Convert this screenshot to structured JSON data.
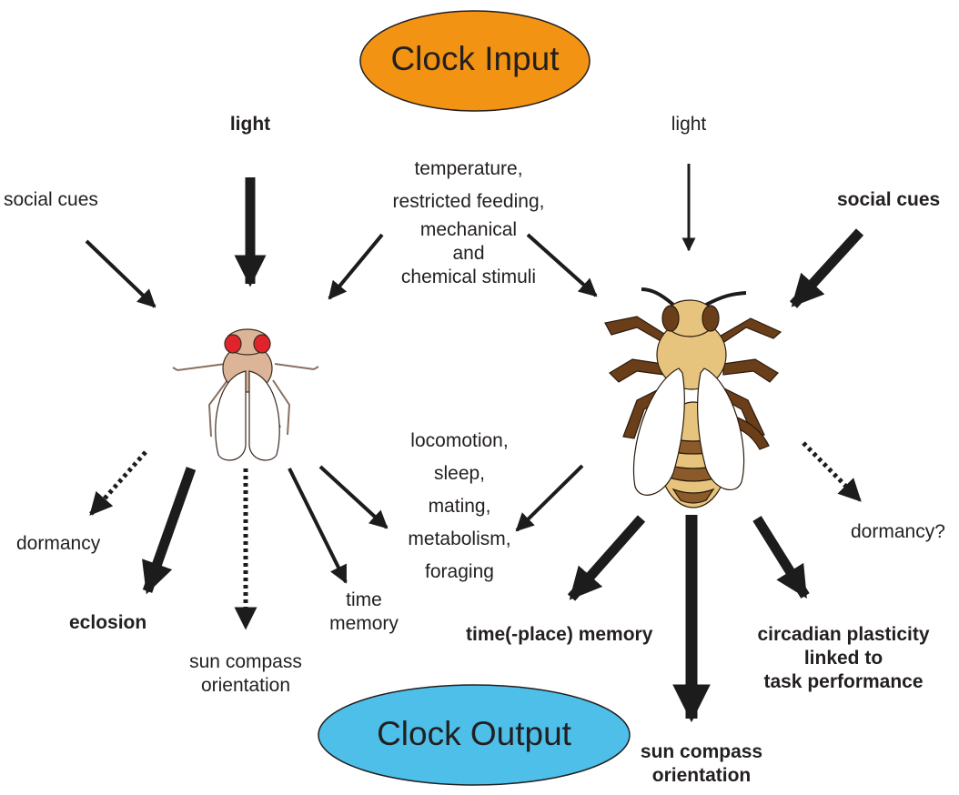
{
  "clock_input": {
    "title": "Clock Input",
    "color": "#f39313"
  },
  "clock_output": {
    "title": "Clock Output",
    "color": "#4dbfe8"
  },
  "inputs": {
    "light_fly": "light",
    "social_cues_fly": "social cues",
    "shared_lines": [
      "temperature,",
      "restricted feeding,",
      "mechanical",
      "and",
      "chemical stimuli"
    ],
    "light_bee": "light",
    "social_cues_bee": "social cues"
  },
  "outputs": {
    "dormancy_fly": "dormancy",
    "eclosion": "eclosion",
    "sun_compass_fly": [
      "sun compass",
      "orientation"
    ],
    "time_memory_fly": [
      "time",
      "memory"
    ],
    "shared_lines": [
      "locomotion,",
      "sleep,",
      "mating,",
      "metabolism,",
      "foraging"
    ],
    "time_place_memory": "time(-place) memory",
    "sun_compass_bee": [
      "sun compass",
      "orientation"
    ],
    "circadian_plasticity": [
      "circadian plasticity",
      "linked to",
      "task performance"
    ],
    "dormancy_bee": "dormancy?"
  },
  "organisms": {
    "fly": "fruit-fly-illustration",
    "bee": "honey-bee-illustration"
  },
  "colors": {
    "arrow": "#1c1c1c",
    "fly_body": "#dcb598",
    "fly_eye": "#e0242b",
    "bee_body": "#e6c47e",
    "bee_stripe": "#8b5a2b",
    "bee_leg": "#6b3e1a",
    "wing": "#ffffff"
  }
}
